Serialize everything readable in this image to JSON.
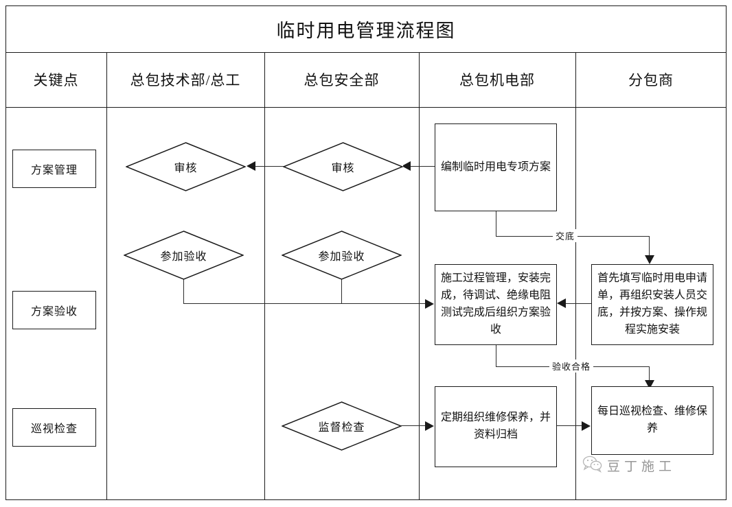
{
  "page": {
    "title": "临时用电管理流程图"
  },
  "table": {
    "headers": [
      {
        "id": "key-points",
        "label": "关键点"
      },
      {
        "id": "gc-tech",
        "label": "总包技术部/总工"
      },
      {
        "id": "gc-safety",
        "label": "总包安全部"
      },
      {
        "id": "gc-electrical",
        "label": "总包机电部"
      },
      {
        "id": "subcontractor",
        "label": "分包商"
      }
    ]
  },
  "key_points": [
    {
      "id": "plan-management",
      "label": "方案管理"
    },
    {
      "id": "plan-acceptance",
      "label": "方案验收"
    },
    {
      "id": "patrol-inspection",
      "label": "巡视检查"
    }
  ],
  "nodes": {
    "review_tech": {
      "label": "审核",
      "shape": "diamond",
      "column": "总包技术部/总工"
    },
    "review_safety": {
      "label": "审核",
      "shape": "diamond",
      "column": "总包安全部"
    },
    "prepare_plan": {
      "label": "编制临时用电专项方案",
      "shape": "process",
      "column": "总包机电部"
    },
    "join_acceptance_tech": {
      "label": "参加验收",
      "shape": "diamond",
      "column": "总包技术部/总工"
    },
    "join_acceptance_safety": {
      "label": "参加验收",
      "shape": "diamond",
      "column": "总包安全部"
    },
    "construction_management": {
      "label": "施工过程管理，安装完成，待调试、绝缘电阻测试完成后组织方案验收",
      "shape": "process",
      "column": "总包机电部"
    },
    "subcontractor_install": {
      "label": "首先填写临时用电申请单，再组织安装人员交底，并按方案、操作规程实施安装",
      "shape": "process",
      "column": "分包商"
    },
    "supervise_inspect": {
      "label": "监督检查",
      "shape": "diamond",
      "column": "总包安全部"
    },
    "periodic_maintenance": {
      "label": "定期组织维修保养，并资料归档",
      "shape": "process",
      "column": "总包机电部"
    },
    "daily_patrol": {
      "label": "每日巡视检查、维修保养",
      "shape": "process",
      "column": "分包商"
    }
  },
  "edge_labels": {
    "disclosure": "交底",
    "acceptance_passed": "验收合格"
  },
  "watermark": {
    "text": "豆丁施工",
    "icon": "wechat-icon"
  },
  "colors": {
    "line": "#1a1a1a",
    "background": "#ffffff",
    "text": "#111111"
  }
}
